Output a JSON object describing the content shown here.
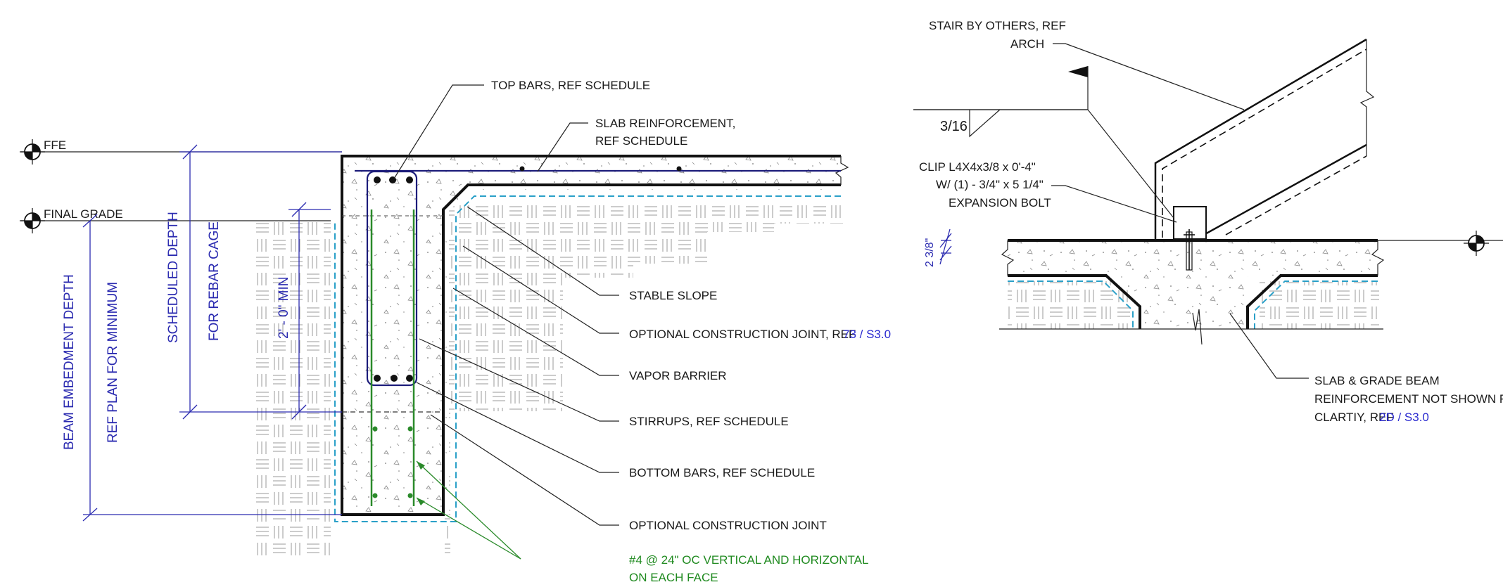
{
  "left_detail": {
    "levels": {
      "ffe": "FFE",
      "final_grade": "FINAL GRADE"
    },
    "dimensions": {
      "beam_embedment": "BEAM EMBEDMENT DEPTH",
      "ref_plan_minimum": "REF PLAN FOR MINIMUM",
      "scheduled_depth": "SCHEDULED DEPTH",
      "for_rebar_cage": "FOR REBAR CAGE",
      "two_feet_min": "2' - 0\" MIN"
    },
    "callouts": {
      "top_bars": "TOP BARS, REF SCHEDULE",
      "slab_reinf_1": "SLAB REINFORCEMENT,",
      "slab_reinf_2": "REF SCHEDULE",
      "stable_slope": "STABLE SLOPE",
      "opt_joint_ref": "OPTIONAL CONSTRUCTION JOINT, REF",
      "opt_joint_ref_link": "73 / S3.0",
      "vapor_barrier": "VAPOR BARRIER",
      "stirrups": "STIRRUPS, REF SCHEDULE",
      "bottom_bars": "BOTTOM BARS, REF SCHEDULE",
      "opt_joint": "OPTIONAL CONSTRUCTION JOINT",
      "green_bars_1": "#4 @ 24\" OC VERTICAL AND HORIZONTAL",
      "green_bars_2": "ON EACH FACE"
    }
  },
  "right_detail": {
    "callouts": {
      "stair_1": "STAIR BY OTHERS, REF",
      "stair_2": "ARCH",
      "weld": "3/16",
      "clip_1": "CLIP L4X4x3/8 x 0'-4\"",
      "clip_2": "W/ (1) - 3/4\" x 5 1/4\"",
      "clip_3": "EXPANSION BOLT",
      "dim_slab": "2 3/8\"",
      "slab_note_1": "SLAB & GRADE BEAM",
      "slab_note_2": "REINFORCEMENT NOT SHOWN FOR",
      "slab_note_3": "CLARTIY, REF",
      "slab_note_link": "2D / S3.0"
    }
  },
  "colors": {
    "line": "#111111",
    "dimension": "#2b2bb0",
    "vapor_barrier": "#2aa0c8",
    "rebar_cage": "#1c1c7a",
    "face_bars": "#2a8a2a",
    "link": "#2b2bd0"
  }
}
